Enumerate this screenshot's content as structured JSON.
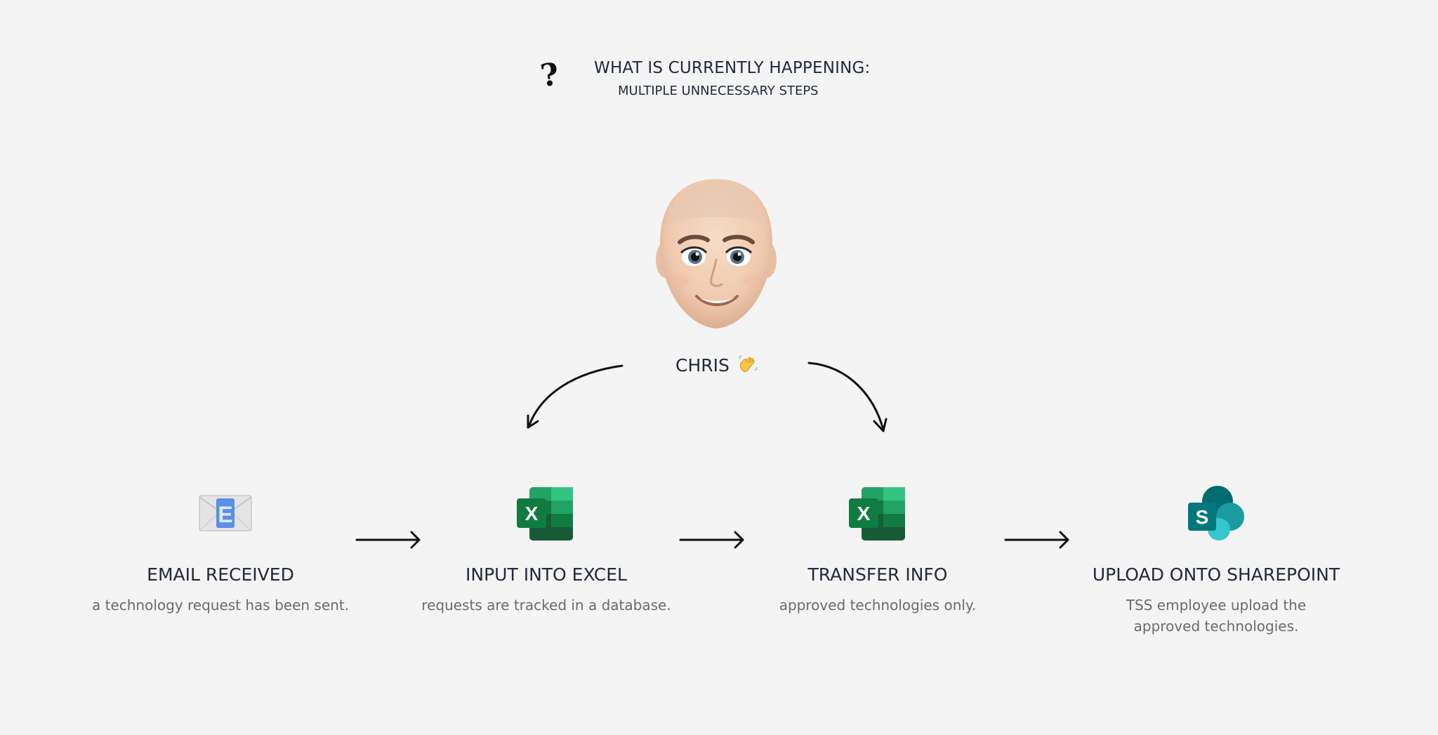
{
  "header": {
    "title": "WHAT IS CURRENTLY HAPPENING:",
    "subtitle": "MULTIPLE UNNECESSARY STEPS",
    "question_mark": "?"
  },
  "person": {
    "name": "CHRIS",
    "wave_icon": "waving-hand-icon"
  },
  "steps": [
    {
      "icon": "email-envelope-icon",
      "icon_letter": "E",
      "title": "EMAIL RECEIVED",
      "description": "a technology request has been sent."
    },
    {
      "icon": "excel-icon",
      "icon_letter": "X",
      "title": "INPUT INTO EXCEL",
      "description": "requests are tracked in a database."
    },
    {
      "icon": "excel-icon",
      "icon_letter": "X",
      "title": "TRANSFER INFO",
      "description": "approved technologies only."
    },
    {
      "icon": "sharepoint-icon",
      "icon_letter": "S",
      "title": "UPLOAD ONTO SHAREPOINT",
      "description": "TSS employee upload the approved technologies."
    }
  ],
  "colors": {
    "background": "#f4f4f4",
    "title_text": "#222a3a",
    "description_text": "#6b6b6b",
    "arrow": "#111111",
    "excel_dark": "#185c37",
    "excel_mid": "#21a366",
    "excel_light": "#33c481",
    "sharepoint_dark": "#036c70",
    "sharepoint_mid": "#1a9ba1",
    "sharepoint_light": "#37c6d0"
  }
}
